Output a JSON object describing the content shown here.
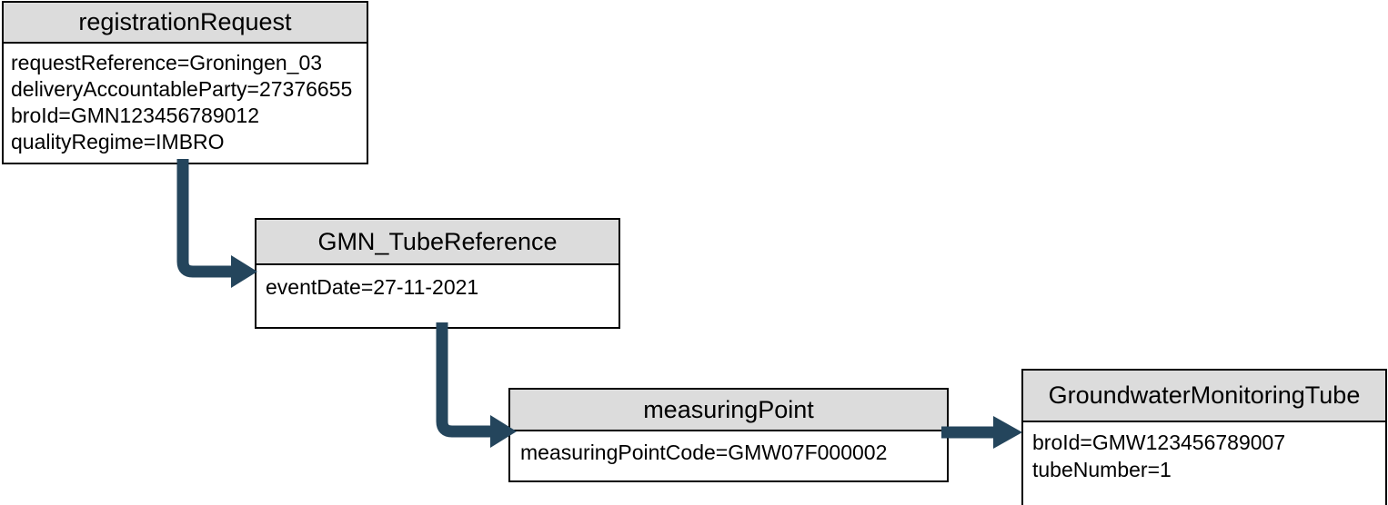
{
  "diagram": {
    "title": "registrationRequest GMN tube reference object diagram",
    "colors": {
      "box_header_fill": "#dcdcdc",
      "box_body_fill": "#ffffff",
      "box_border": "#000000",
      "connector": "#24455c",
      "canvas_background": "#ffffff"
    },
    "nodes": [
      {
        "id": "registrationRequest",
        "title": "registrationRequest",
        "attributes": [
          "requestReference=Groningen_03",
          "deliveryAccountableParty=27376655",
          "broId=GMN123456789012",
          "qualityRegime=IMBRO"
        ]
      },
      {
        "id": "GMN_TubeReference",
        "title": "GMN_TubeReference",
        "attributes": [
          "eventDate=27-11-2021"
        ]
      },
      {
        "id": "measuringPoint",
        "title": "measuringPoint",
        "attributes": [
          "measuringPointCode=GMW07F000002"
        ]
      },
      {
        "id": "GroundwaterMonitoringTube",
        "title": "GroundwaterMonitoringTube",
        "attributes": [
          "broId=GMW123456789007",
          "tubeNumber=1"
        ]
      }
    ],
    "edges": [
      {
        "id": "edge-1",
        "from": "registrationRequest",
        "to": "GMN_TubeReference",
        "style": "elbow-down-right-arrow"
      },
      {
        "id": "edge-2",
        "from": "GMN_TubeReference",
        "to": "measuringPoint",
        "style": "elbow-down-right-arrow"
      },
      {
        "id": "edge-3",
        "from": "measuringPoint",
        "to": "GroundwaterMonitoringTube",
        "style": "straight-right-arrow"
      }
    ]
  }
}
